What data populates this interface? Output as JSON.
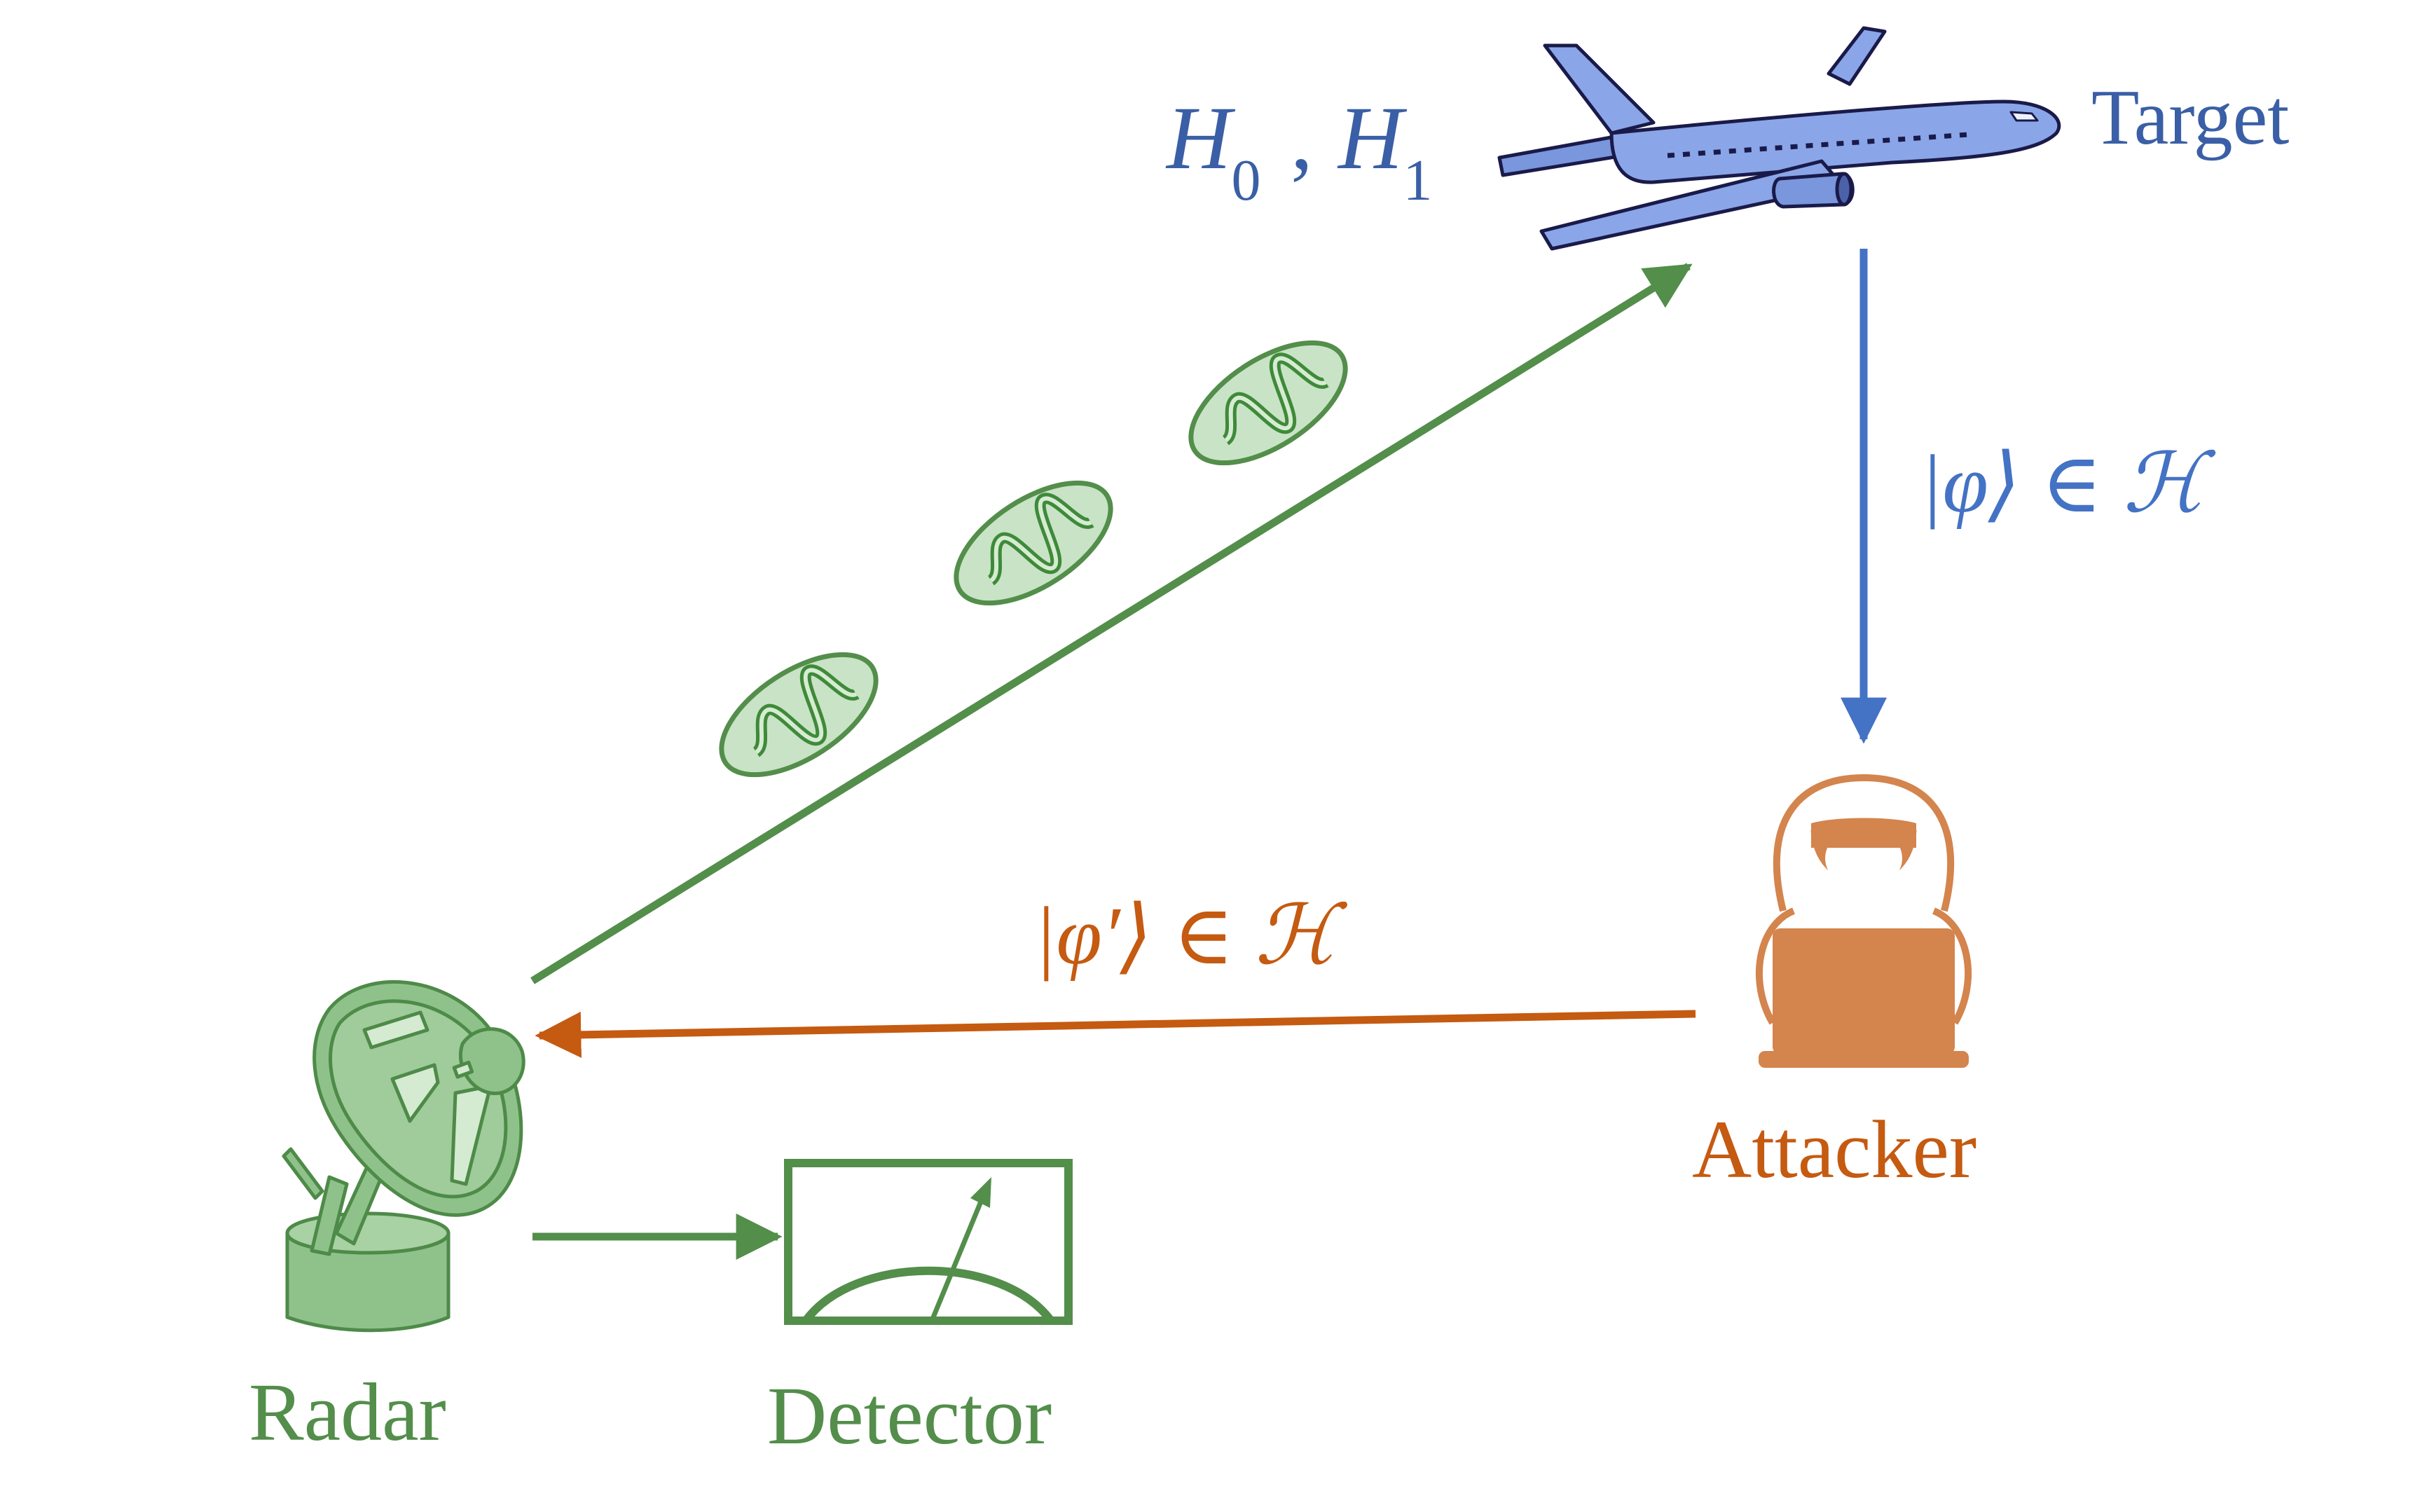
{
  "labels": {
    "hypotheses_h0": "H",
    "hypotheses_h0_sub": "0",
    "hypotheses_sep": ",",
    "hypotheses_h1": "H",
    "hypotheses_h1_sub": "1",
    "target": "Target",
    "attacker": "Attacker",
    "radar": "Radar",
    "detector": "Detector",
    "state_target": "|φ⟩ ∈ ℋ",
    "state_attacker": "|φ′⟩ ∈ ℋ"
  },
  "colors": {
    "green": "#538e4b",
    "green_fill": "#8fc28b",
    "green_light": "#c9e3c6",
    "blue": "#4472c4",
    "blue_text": "#3a5fa6",
    "plane_fill": "#8aa6e8",
    "plane_stroke": "#1a1a4a",
    "orange": "#c55a11",
    "attacker_fill": "#d4844d"
  },
  "icons": {
    "target": "airplane-icon",
    "attacker": "hooded-hacker-icon",
    "radar": "radar-dish-icon",
    "detector": "meter-gauge-icon",
    "photon": "wave-packet-icon"
  }
}
